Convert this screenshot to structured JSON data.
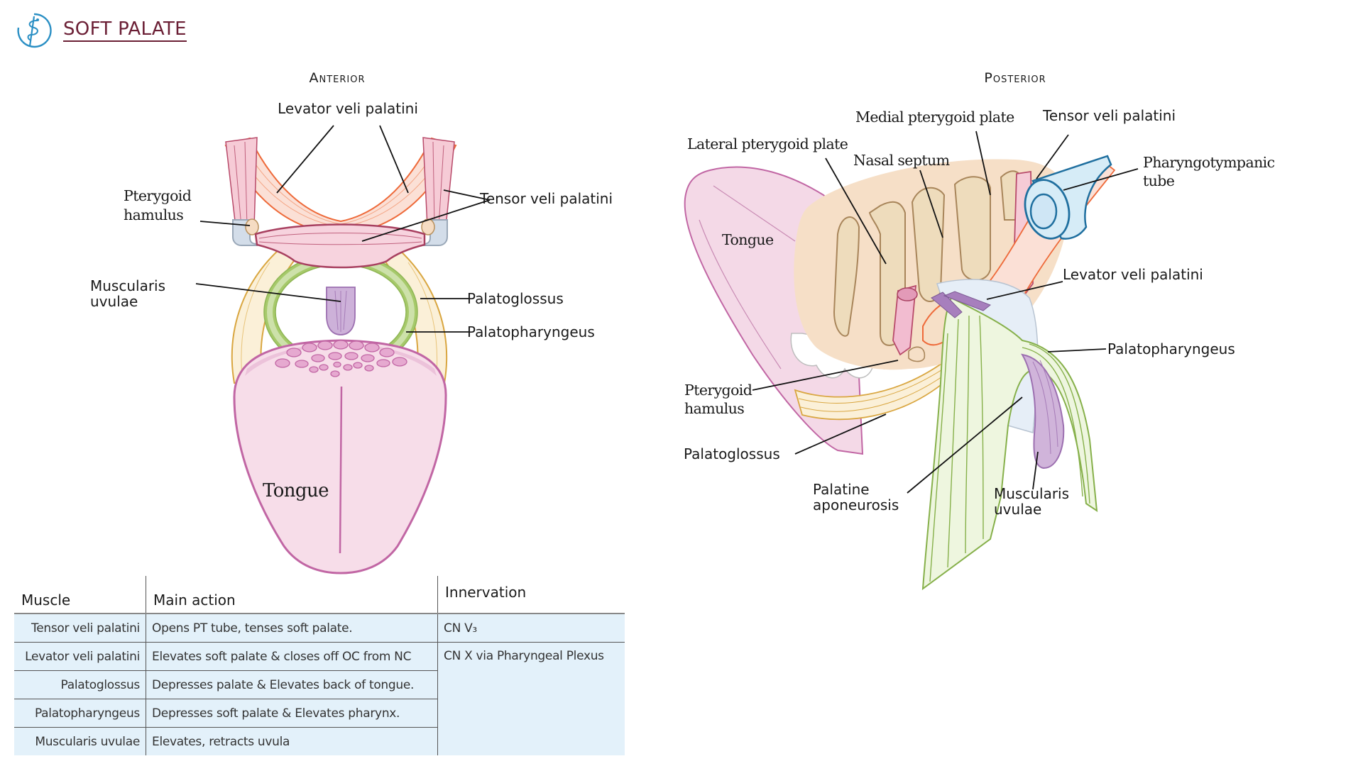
{
  "header": {
    "title": "SOFT PALATE",
    "logo_icon": "caduceus-icon",
    "accent_color": "#6b1f35",
    "logo_color": "#2a8fc4"
  },
  "anterior": {
    "heading": "Anterior",
    "labels": {
      "levator": "Levator veli palatini",
      "tensor": "Tensor veli palatini",
      "hamulus_1": "Pterygoid",
      "hamulus_2": "hamulus",
      "uvulae_1": "Muscularis",
      "uvulae_2": "uvulae",
      "palatoglossus": "Palatoglossus",
      "palatopharyngeus": "Palatopharyngeus",
      "tongue": "Tongue"
    }
  },
  "posterior": {
    "heading": "Posterior",
    "labels": {
      "medial_plate": "Medial pterygoid plate",
      "tensor": "Tensor veli palatini",
      "lateral_plate": "Lateral pterygoid plate",
      "nasal_septum": "Nasal septum",
      "pt_tube_1": "Pharyngotympanic",
      "pt_tube_2": "tube",
      "tongue": "Tongue",
      "levator": "Levator veli palatini",
      "palatopharyngeus": "Palatopharyngeus",
      "hamulus_1": "Pterygoid",
      "hamulus_2": "hamulus",
      "palatoglossus": "Palatoglossus",
      "aponeurosis_1": "Palatine",
      "aponeurosis_2": "aponeurosis",
      "uvulae_1": "Muscularis",
      "uvulae_2": "uvulae"
    }
  },
  "table": {
    "headers": [
      "Muscle",
      "Main action",
      "Innervation"
    ],
    "rows": [
      {
        "muscle": "Tensor veli palatini",
        "action": "Opens PT tube, tenses soft palate.",
        "innervation": "CN V₃"
      },
      {
        "muscle": "Levator veli palatini",
        "action": "Elevates soft palate & closes off OC from NC",
        "innervation": "CN X via Pharyngeal Plexus"
      },
      {
        "muscle": "Palatoglossus",
        "action": "Depresses palate & Elevates back of tongue.",
        "innervation": ""
      },
      {
        "muscle": "Palatopharyngeus",
        "action": "Depresses soft palate & Elevates pharynx.",
        "innervation": ""
      },
      {
        "muscle": "Muscularis uvulae",
        "action": "Elevates, retracts uvula",
        "innervation": ""
      }
    ]
  }
}
